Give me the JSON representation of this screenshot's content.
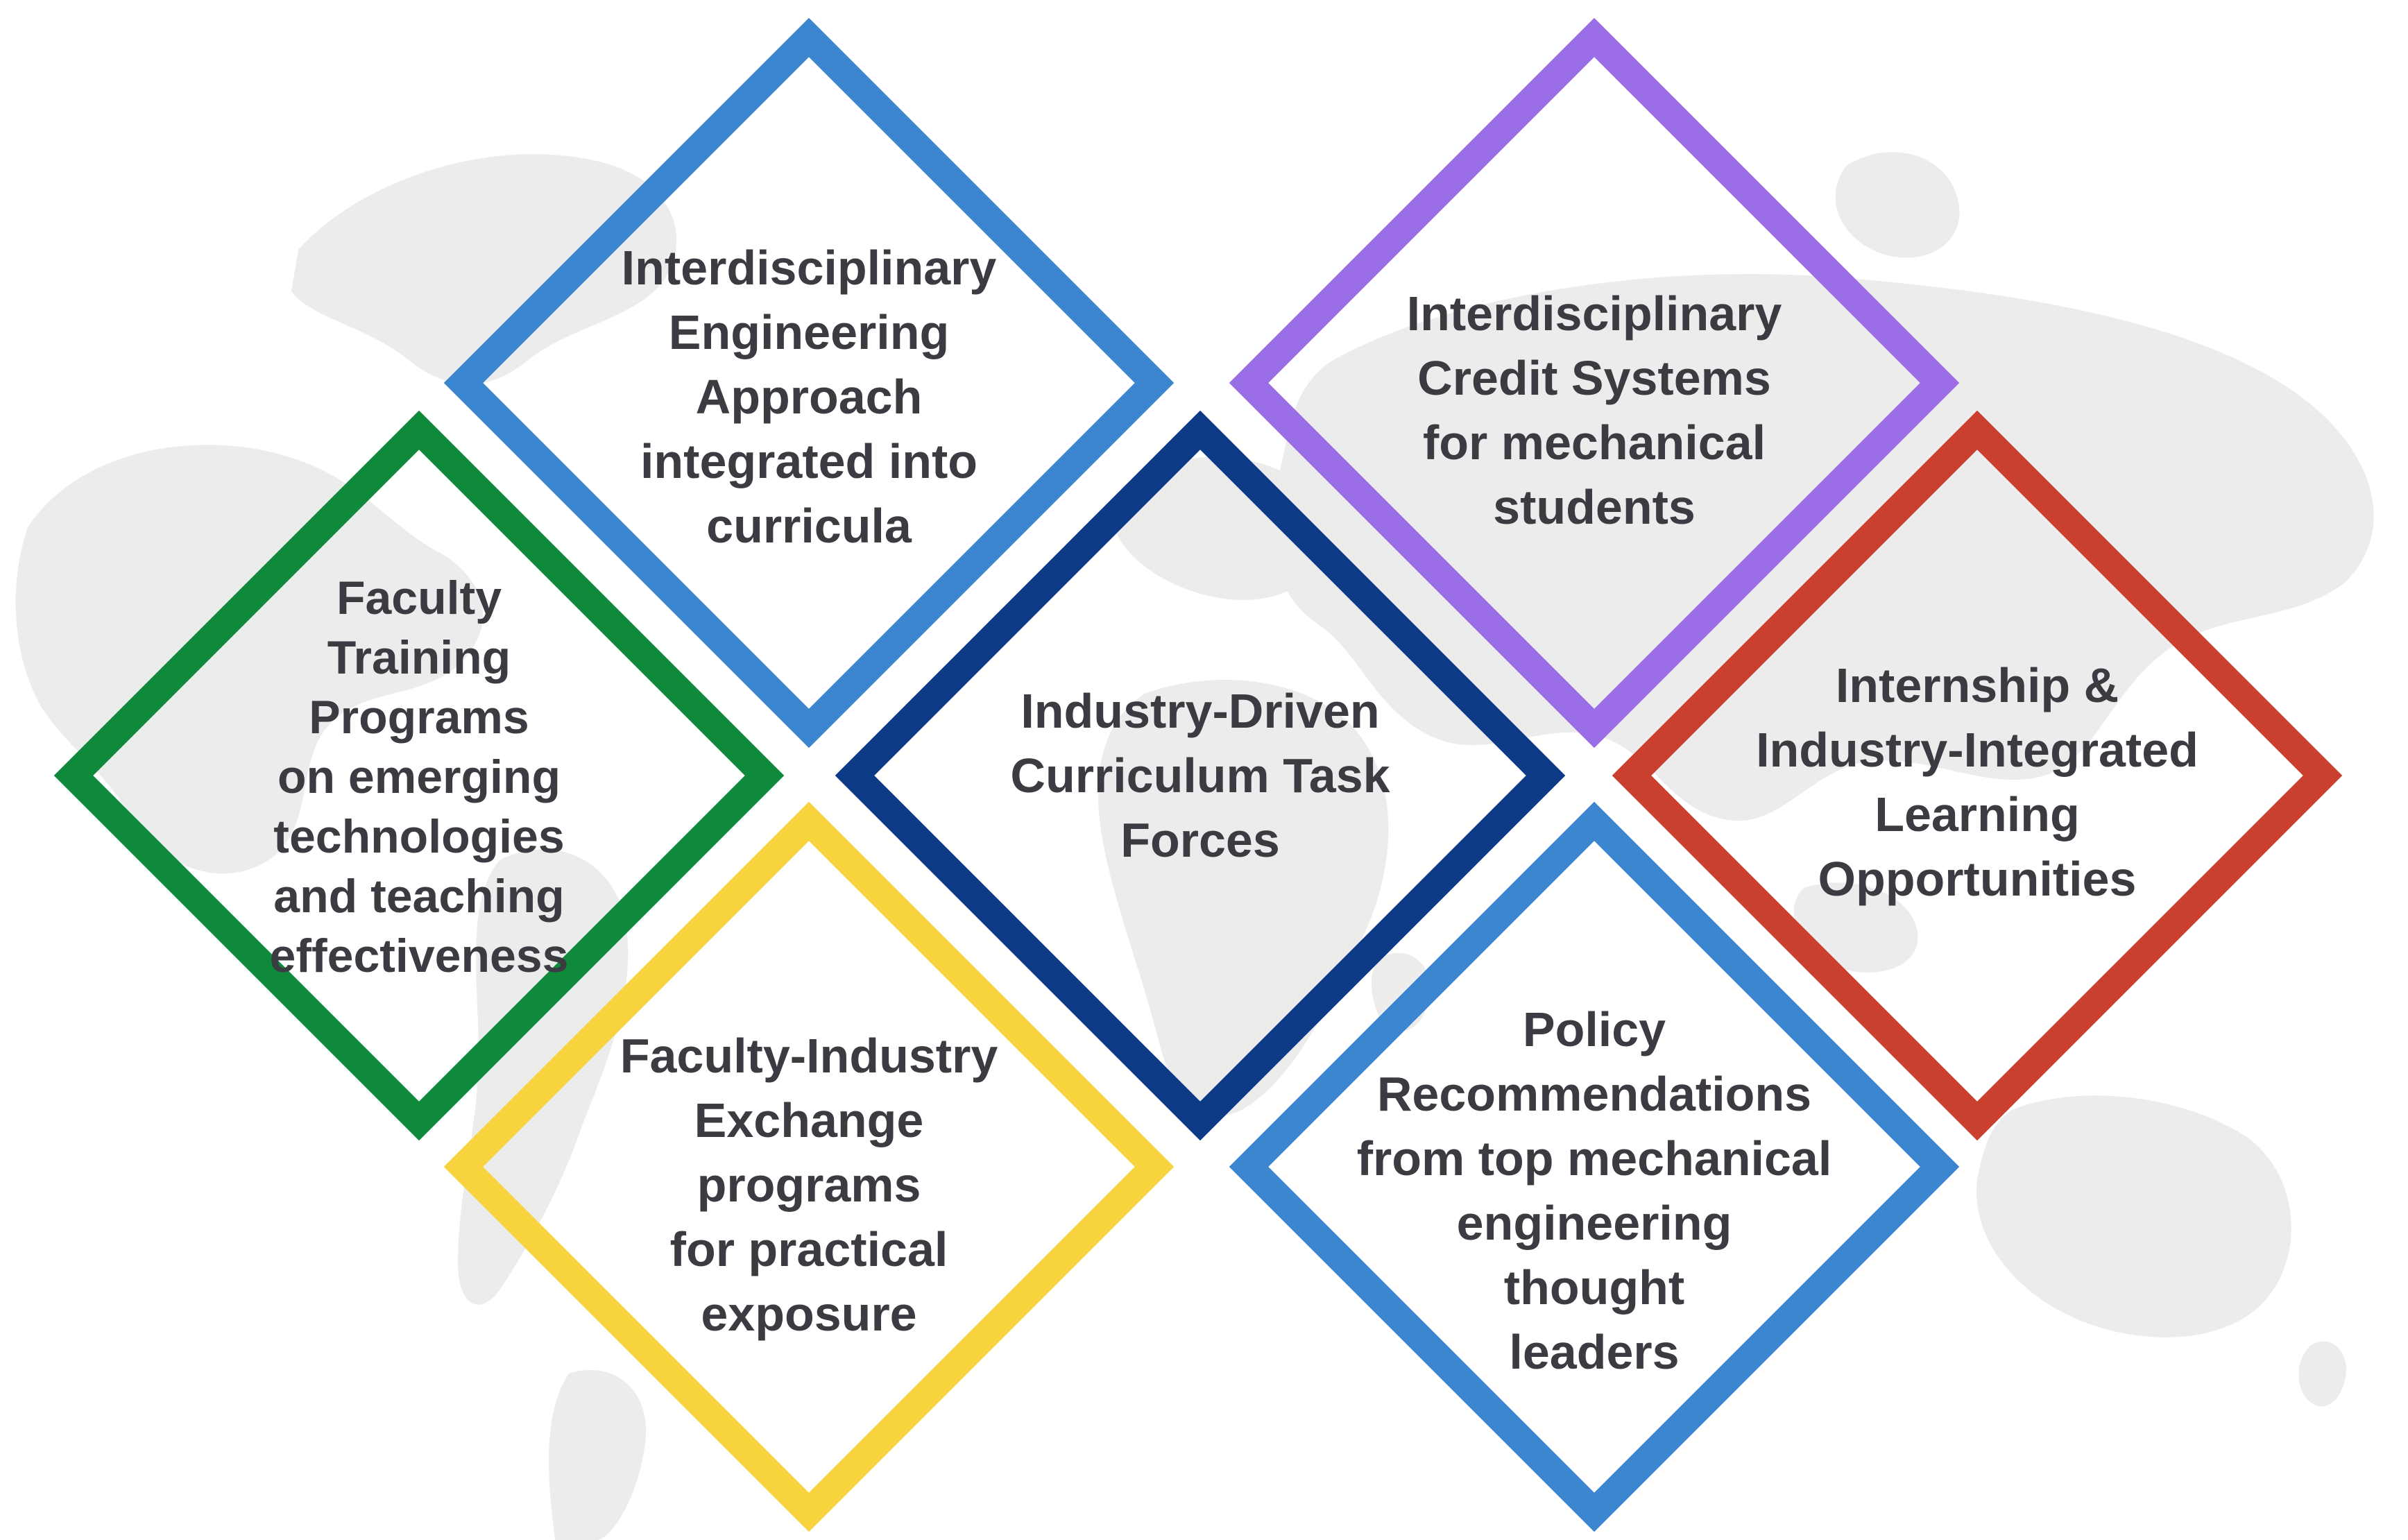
{
  "colors": {
    "blue": "#3b86cf",
    "purple": "#9b6de6",
    "green": "#0f8a3a",
    "navy": "#0d3a87",
    "red": "#c9402f",
    "yellow": "#f7d43e",
    "text": "#3a3c42",
    "map": "#ececec"
  },
  "diagram": {
    "items": [
      {
        "label": "Interdisciplinary\nEngineering\nApproach\nintegrated into\ncurricula",
        "color": "#3b86cf"
      },
      {
        "label": "Interdisciplinary\nCredit Systems\nfor mechanical\nstudents",
        "color": "#9b6de6"
      },
      {
        "label": "Faculty\nTraining\nPrograms\non emerging\ntechnologies\nand teaching\neffectiveness",
        "color": "#0f8a3a"
      },
      {
        "label": "Industry-Driven\nCurriculum Task\nForces",
        "color": "#0d3a87"
      },
      {
        "label": "Internship &\nIndustry-Integrated\nLearning\nOpportunities",
        "color": "#c9402f"
      },
      {
        "label": "Faculty-Industry\nExchange\nprograms\nfor practical\nexposure",
        "color": "#f7d43e"
      },
      {
        "label": "Policy\nRecommendations\nfrom top mechanical\nengineering\nthought\nleaders",
        "color": "#3b86cf"
      }
    ]
  }
}
